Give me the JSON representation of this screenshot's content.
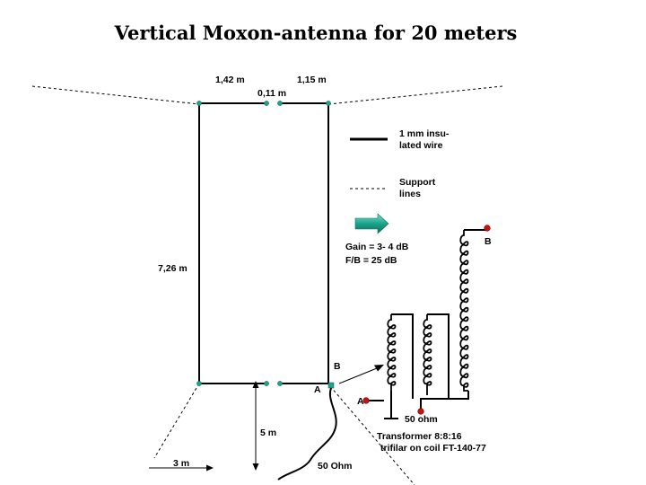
{
  "title": "Vertical Moxon-antenna for 20 meters",
  "dimensions": {
    "top_left": "1,42 m",
    "gap": "0,11 m",
    "top_right": "1,15 m",
    "height": "7,26 m",
    "mast_height": "5 m",
    "ground_offset": "3 m"
  },
  "legend": {
    "wire_line1": "1 mm insu-",
    "wire_line2": "lated wire",
    "support_line1": "Support",
    "support_line2": "lines"
  },
  "performance": {
    "gain": "Gain = 3- 4 dB",
    "fb": "F/B = 25 dB"
  },
  "feed": {
    "point_a": "A",
    "point_b": "B",
    "coax": "50 Ohm"
  },
  "transformer": {
    "point_a": "A",
    "point_b": "B",
    "impedance": "50 ohm",
    "line1": "Transformer 8:8:16",
    "line2": "trifilar on coil FT-140-77"
  },
  "colors": {
    "insulator": "#1ba38c",
    "terminal": "#cc1111",
    "direction_arrow": "#1ba38c"
  }
}
